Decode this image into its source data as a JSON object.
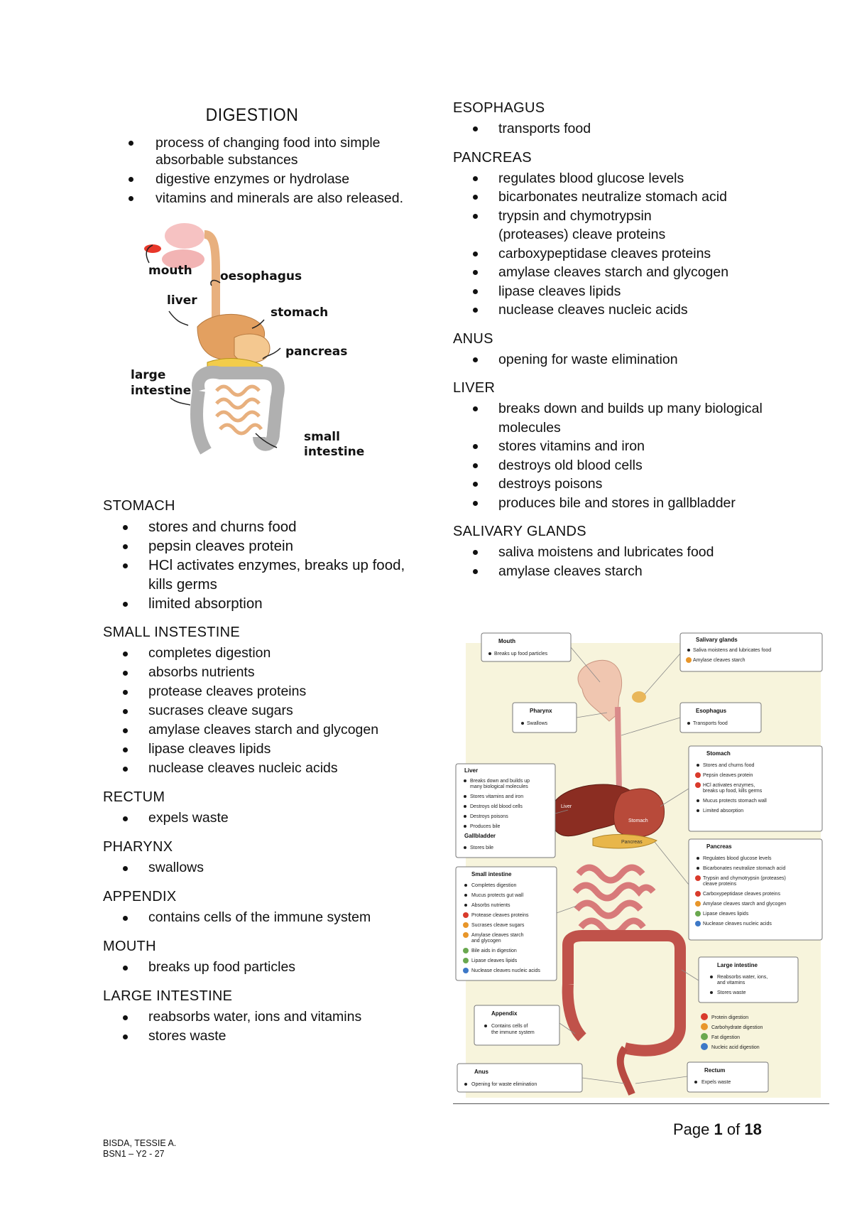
{
  "title": "DIGESTION",
  "intro": [
    "process of changing food into simple absorbable substances",
    "digestive enzymes or hydrolase",
    "vitamins and minerals are also released."
  ],
  "diagram1_labels": {
    "mouth": "mouth",
    "oesophagus": "oesophagus",
    "liver": "liver",
    "stomach": "stomach",
    "pancreas": "pancreas",
    "large1": "large",
    "large2": "intestine",
    "small1": "small",
    "small2": "intestine"
  },
  "left_sections": [
    {
      "heading": "STOMACH",
      "items": [
        "stores and churns food",
        "pepsin cleaves protein",
        "HCl activates enzymes, breaks up food, kills germs",
        "limited absorption"
      ]
    },
    {
      "heading": "SMALL INSTESTINE",
      "items": [
        "completes digestion",
        "absorbs nutrients",
        "protease cleaves proteins",
        "sucrases cleave sugars",
        "amylase cleaves starch and glycogen",
        "lipase cleaves lipids",
        "nuclease cleaves nucleic acids"
      ]
    },
    {
      "heading": "RECTUM",
      "items": [
        "expels waste"
      ]
    },
    {
      "heading": "PHARYNX",
      "items": [
        "swallows"
      ]
    },
    {
      "heading": "APPENDIX",
      "items": [
        "contains cells of the immune system"
      ]
    },
    {
      "heading": "MOUTH",
      "items": [
        "breaks up food particles"
      ]
    },
    {
      "heading": "LARGE INTESTINE",
      "items": [
        "reabsorbs water, ions and vitamins",
        "stores waste"
      ]
    }
  ],
  "right_sections": [
    {
      "heading": "ESOPHAGUS",
      "items": [
        "transports food"
      ]
    },
    {
      "heading": "PANCREAS",
      "items": [
        "regulates blood glucose levels",
        "bicarbonates neutralize stomach acid",
        "trypsin and chymotrypsin (proteases) cleave proteins",
        "carboxypeptidase cleaves proteins",
        "amylase cleaves starch and glycogen",
        "lipase cleaves lipids",
        "nuclease cleaves nucleic acids"
      ]
    },
    {
      "heading": "ANUS",
      "items": [
        "opening for waste elimination"
      ]
    },
    {
      "heading": "LIVER",
      "items": [
        "breaks down and builds up many biological molecules",
        "stores vitamins and iron",
        "destroys old blood cells",
        "destroys poisons",
        "produces bile and stores in gallbladder"
      ]
    },
    {
      "heading": "SALIVARY GLANDS",
      "items": [
        "saliva moistens and lubricates food",
        "amylase cleaves starch"
      ]
    }
  ],
  "diagram2": {
    "organ_labels": {
      "liver": "Liver",
      "stomach": "Stomach",
      "pancreas": "Pancreas"
    },
    "boxes": {
      "mouth": {
        "title": "Mouth",
        "items": [
          "Breaks up food particles"
        ]
      },
      "salivary": {
        "title": "Salivary glands",
        "items": [
          "Saliva moistens and lubricates food",
          "Amylase cleaves starch"
        ]
      },
      "pharynx": {
        "title": "Pharynx",
        "items": [
          "Swallows"
        ]
      },
      "esophagus": {
        "title": "Esophagus",
        "items": [
          "Transports food"
        ]
      },
      "liver": {
        "title": "Liver",
        "items": [
          "Breaks down and builds up",
          "many biological molecules",
          "Stores vitamins and iron",
          "Destroys old blood cells",
          "Destroys poisons",
          "Produces bile"
        ],
        "sub_title": "Gallbladder",
        "sub_items": [
          "Stores bile"
        ]
      },
      "stomach": {
        "title": "Stomach",
        "items": [
          "Stores and churns food",
          "Pepsin cleaves protein",
          "HCl activates enzymes,",
          "breaks up food, kills germs",
          "Mucus protects stomach wall",
          "Limited absorption"
        ]
      },
      "pancreas": {
        "title": "Pancreas",
        "items": [
          "Regulates blood glucose levels",
          "Bicarbonates neutralize stomach acid",
          "Trypsin and chymotrypsin (proteases)",
          "cleave proteins",
          "Carboxypeptidase cleaves proteins",
          "Amylase cleaves starch and glycogen",
          "Lipase cleaves lipids",
          "Nuclease cleaves nucleic acids"
        ]
      },
      "small_intestine": {
        "title": "Small intestine",
        "items": [
          "Completes digestion",
          "Mucus protects gut wall",
          "Absorbs nutrients",
          "Protease cleaves proteins",
          "Sucrases cleave sugars",
          "Amylase cleaves starch",
          "and glycogen",
          "Bile aids in digestion",
          "Lipase cleaves lipids",
          "Nuclease cleaves nucleic acids"
        ]
      },
      "large_intestine": {
        "title": "Large intestine",
        "items": [
          "Reabsorbs water, ions,",
          "and vitamins",
          "Stores waste"
        ]
      },
      "appendix": {
        "title": "Appendix",
        "items": [
          "Contains cells of",
          "the immune system"
        ]
      },
      "anus": {
        "title": "Anus",
        "items": [
          "Opening for waste elimination"
        ]
      },
      "rectum": {
        "title": "Rectum",
        "items": [
          "Expels waste"
        ]
      }
    },
    "legend": [
      "Protein digestion",
      "Carbohydrate digestion",
      "Fat digestion",
      "Nucleic acid digestion"
    ],
    "colors": {
      "protein": "#d93a2b",
      "carb": "#e8962a",
      "fat": "#6aa84f",
      "nucleic": "#3d78c7"
    }
  },
  "footer": {
    "page_prefix": "Page",
    "page_num": "1",
    "page_of": "of",
    "page_total": "18"
  },
  "author": {
    "name": "BISDA, TESSIE A.",
    "class": "BSN1 – Y2 - 27"
  }
}
